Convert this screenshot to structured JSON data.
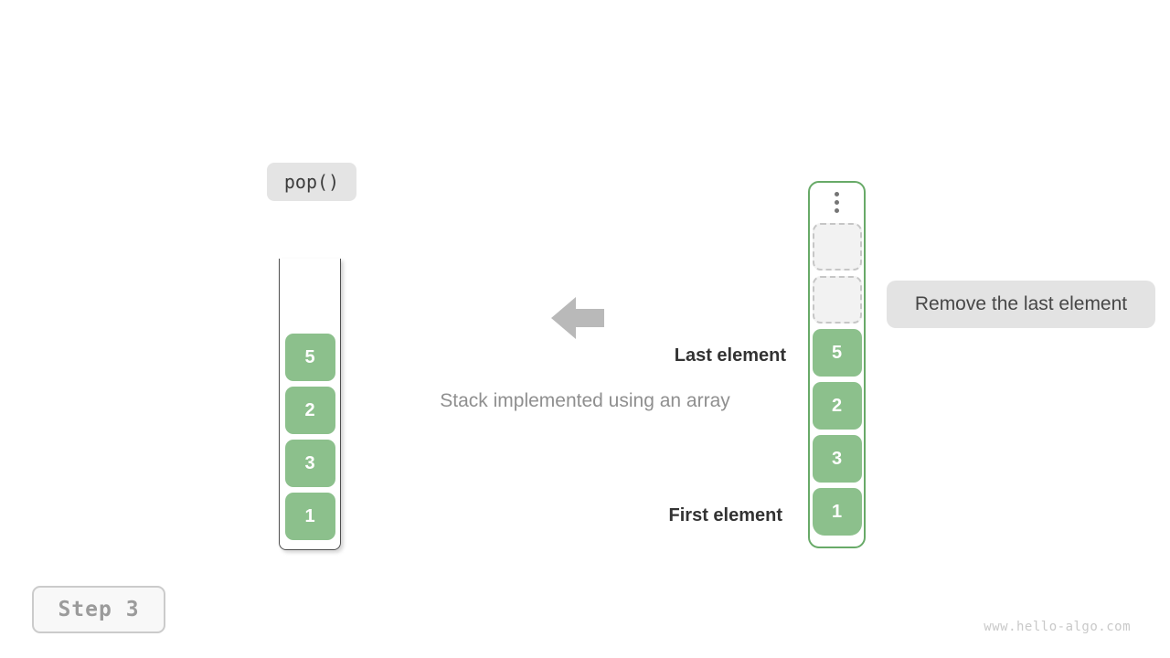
{
  "colors": {
    "green_fill": "#8cc08c",
    "green_border": "#68aa68",
    "chip_bg": "#e4e4e4",
    "label_bg": "#e3e3e3",
    "arrow": "#b9b9b9",
    "dark_text": "#333333",
    "muted_text": "#8f8f8f",
    "step_text": "#9b9b9b",
    "watermark_text": "#c9c9c9"
  },
  "operation_chip": {
    "label": "pop()"
  },
  "step_chip": {
    "label": "Step 3"
  },
  "caption": {
    "text": "Stack implemented using an array"
  },
  "annotations": {
    "last_element": "Last element",
    "first_element": "First element",
    "remove_note": "Remove the last element"
  },
  "stack_view": {
    "values": [
      "5",
      "2",
      "3",
      "1"
    ]
  },
  "array_view": {
    "empty_slot_count": 2,
    "values": [
      "5",
      "2",
      "3",
      "1"
    ]
  },
  "watermark": "www.hello-algo.com"
}
